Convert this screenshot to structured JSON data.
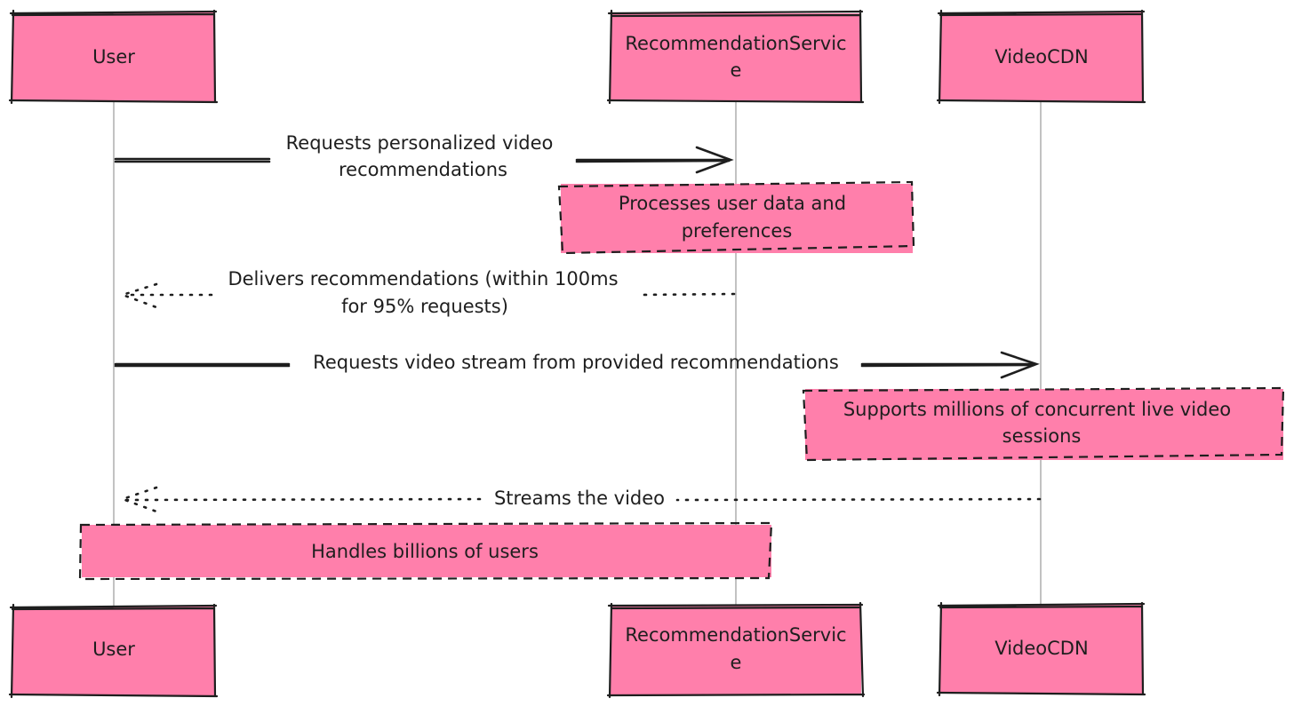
{
  "participants": [
    {
      "id": "user",
      "lines": [
        "User"
      ]
    },
    {
      "id": "rec",
      "lines": [
        "RecommendationServic",
        "e"
      ]
    },
    {
      "id": "cdn",
      "lines": [
        "VideoCDN"
      ]
    }
  ],
  "messages": [
    {
      "id": "m1",
      "kind": "solid",
      "lines": [
        "Requests personalized video",
        "recommendations"
      ]
    },
    {
      "id": "m2",
      "kind": "dotted",
      "lines": [
        "Delivers recommendations (within 100ms",
        "for 95% requests)"
      ]
    },
    {
      "id": "m3",
      "kind": "solid",
      "lines": [
        "Requests video stream from provided recommendations"
      ]
    },
    {
      "id": "m4",
      "kind": "dotted",
      "lines": [
        "Streams the video"
      ]
    }
  ],
  "notes": [
    {
      "id": "n1",
      "lines": [
        "Processes user data and",
        "preferences"
      ]
    },
    {
      "id": "n2",
      "lines": [
        "Supports millions of concurrent live video",
        "sessions"
      ]
    },
    {
      "id": "n3",
      "lines": [
        "Handles billions of users"
      ]
    }
  ],
  "colors": {
    "box_fill": "#ff7fab",
    "stroke": "#1e1e1e",
    "lifeline": "#9a9a9a"
  }
}
